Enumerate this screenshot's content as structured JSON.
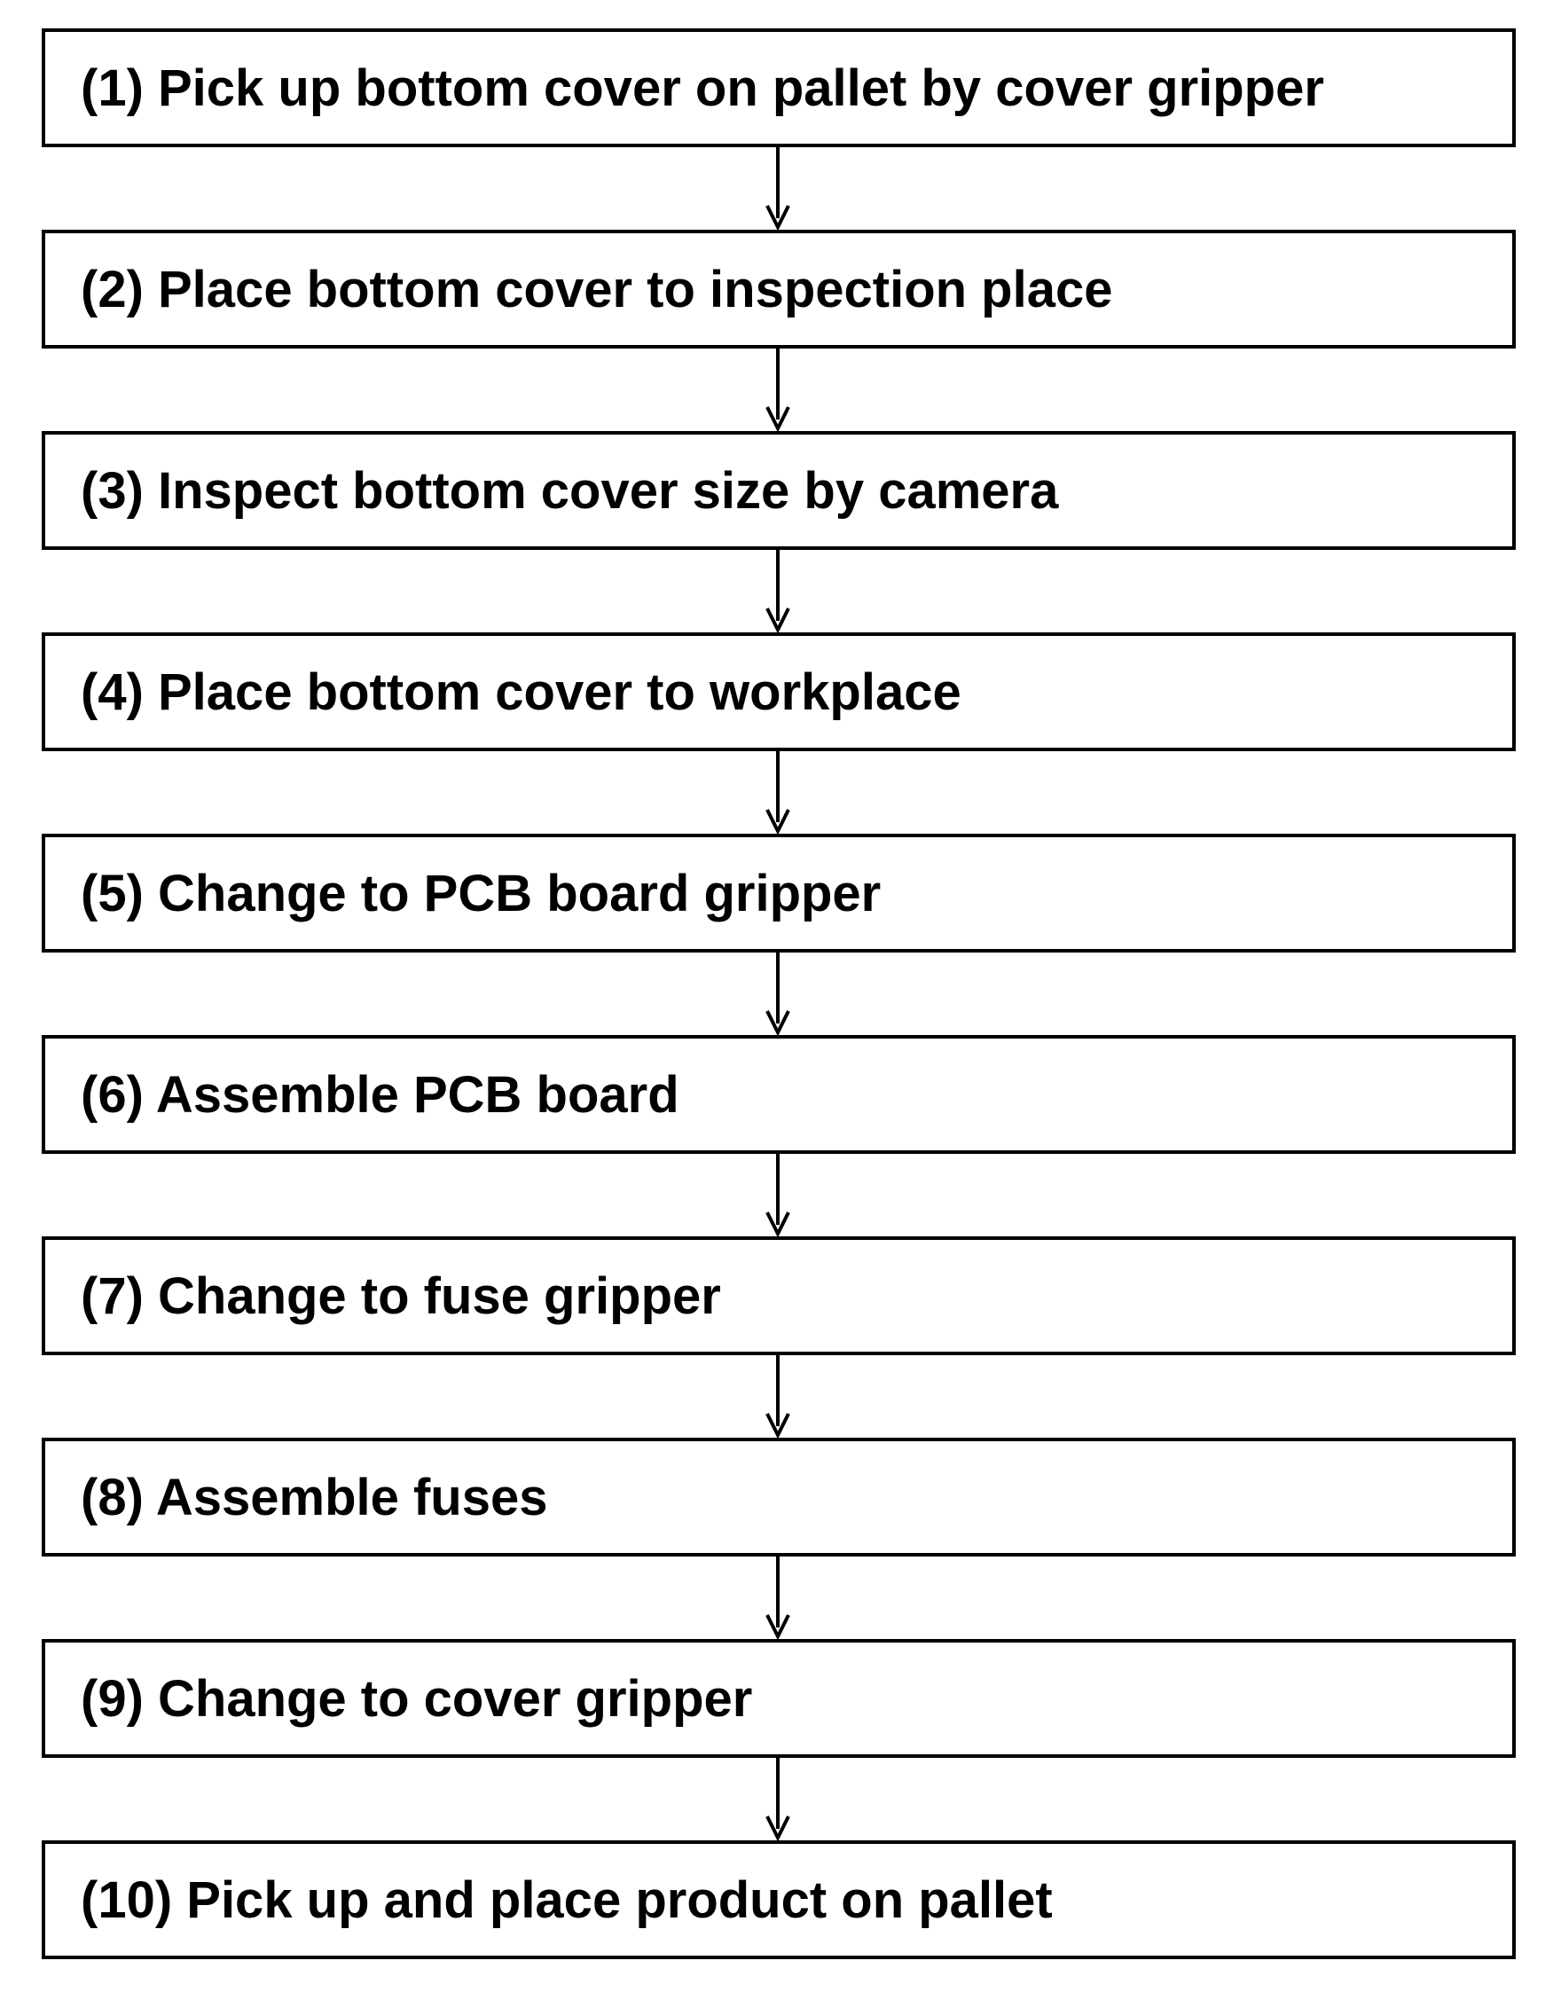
{
  "flowchart": {
    "steps": [
      {
        "label": "(1) Pick up bottom cover on pallet by cover gripper"
      },
      {
        "label": "(2) Place bottom cover to inspection place"
      },
      {
        "label": "(3) Inspect bottom cover size by camera"
      },
      {
        "label": "(4) Place bottom cover to workplace"
      },
      {
        "label": "(5) Change to PCB board gripper"
      },
      {
        "label": "(6) Assemble PCB board"
      },
      {
        "label": "(7) Change to fuse gripper"
      },
      {
        "label": "(8) Assemble fuses"
      },
      {
        "label": "(9) Change to cover gripper"
      },
      {
        "label": "(10) Pick up and place product on pallet"
      }
    ],
    "colors": {
      "stroke": "#000000",
      "fill": "#ffffff",
      "text": "#000000"
    }
  }
}
